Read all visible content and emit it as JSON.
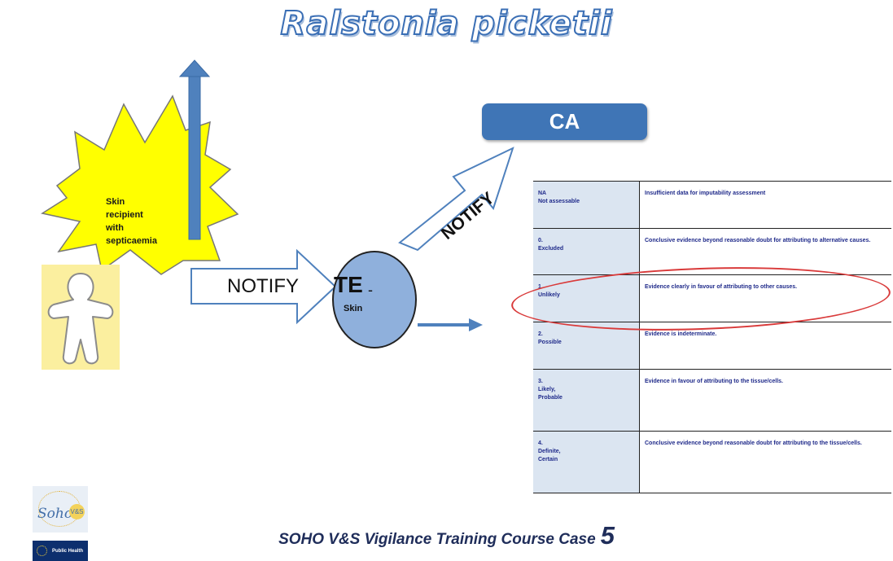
{
  "title": "Ralstonia picketii",
  "ca_label": "CA",
  "burst_label": [
    "Skin",
    "recipient",
    "with",
    "septicaemia"
  ],
  "notify_labels": [
    "NOTIFY",
    "NOTIFY"
  ],
  "te": {
    "main": "TE",
    "dash": "-",
    "sub": "Skin"
  },
  "imputability_table": {
    "rows": [
      {
        "level": [
          "NA",
          "Not assessable"
        ],
        "description": "Insufficient data for imputability assessment"
      },
      {
        "level": [
          "0.",
          "Excluded"
        ],
        "description": "Conclusive evidence beyond reasonable doubt for attributing to alternative causes."
      },
      {
        "level": [
          "1.",
          "Unlikely"
        ],
        "description": "Evidence clearly in favour of attributing to other causes."
      },
      {
        "level": [
          "2.",
          "Possible"
        ],
        "description": "Evidence is indeterminate."
      },
      {
        "level": [
          "3.",
          "Likely,",
          "Probable"
        ],
        "description": "Evidence in favour of attributing to the tissue/cells."
      },
      {
        "level": [
          "4.",
          "Definite,",
          "Certain"
        ],
        "description": "Conclusive evidence beyond reasonable doubt for attributing to the tissue/cells."
      }
    ],
    "highlighted_row": 2
  },
  "footer": {
    "text": "SOHO V&S Vigilance Training Course Case",
    "number": "5"
  },
  "logos": {
    "soho_word": "Soho",
    "soho_vs": "V&S",
    "public_health": "Public Health"
  },
  "colors": {
    "arrow_blue": "#4f81bd",
    "ca_box": "#3f75b6",
    "burst_yellow": "#ffff00",
    "person_bg": "#fbef9f",
    "te_circle": "#8fb0dc",
    "table_left_col": "#dbe5f1",
    "highlight_ellipse": "#d93a3a",
    "title_outline": "#3b6fb5"
  },
  "icons": [
    "person-icon",
    "starburst-shape",
    "right-arrow",
    "up-arrow",
    "diagonal-arrow"
  ]
}
